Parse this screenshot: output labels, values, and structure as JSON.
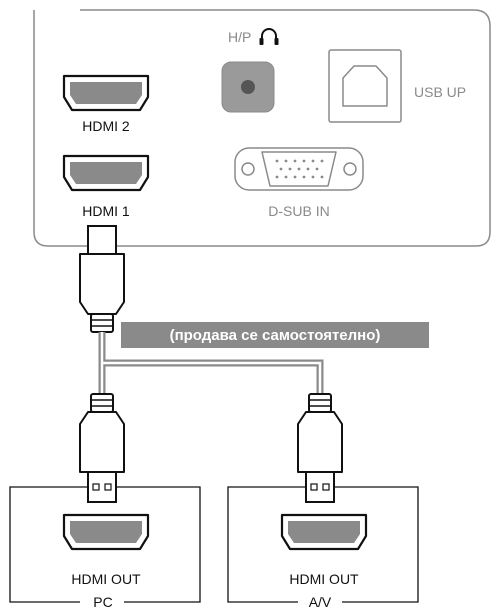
{
  "monitor": {
    "ports": {
      "headphone_label": "H/P",
      "usb_label": "USB UP",
      "hdmi2_label": "HDMI 2",
      "hdmi1_label": "HDMI 1",
      "dsub_label": "D-SUB IN"
    }
  },
  "cable": {
    "note": "(продава се самостоятелно)"
  },
  "devices": [
    {
      "port_label": "HDMI OUT",
      "device_label": "PC"
    },
    {
      "port_label": "HDMI OUT",
      "device_label": "A/V"
    }
  ],
  "colors": {
    "panel_border": "#8a8a8a",
    "port_fill": "#8a8a8a",
    "active_label": "#111111",
    "inactive_label": "#8a8a8a",
    "note_background": "#8a8a8a",
    "note_text": "#ffffff"
  }
}
